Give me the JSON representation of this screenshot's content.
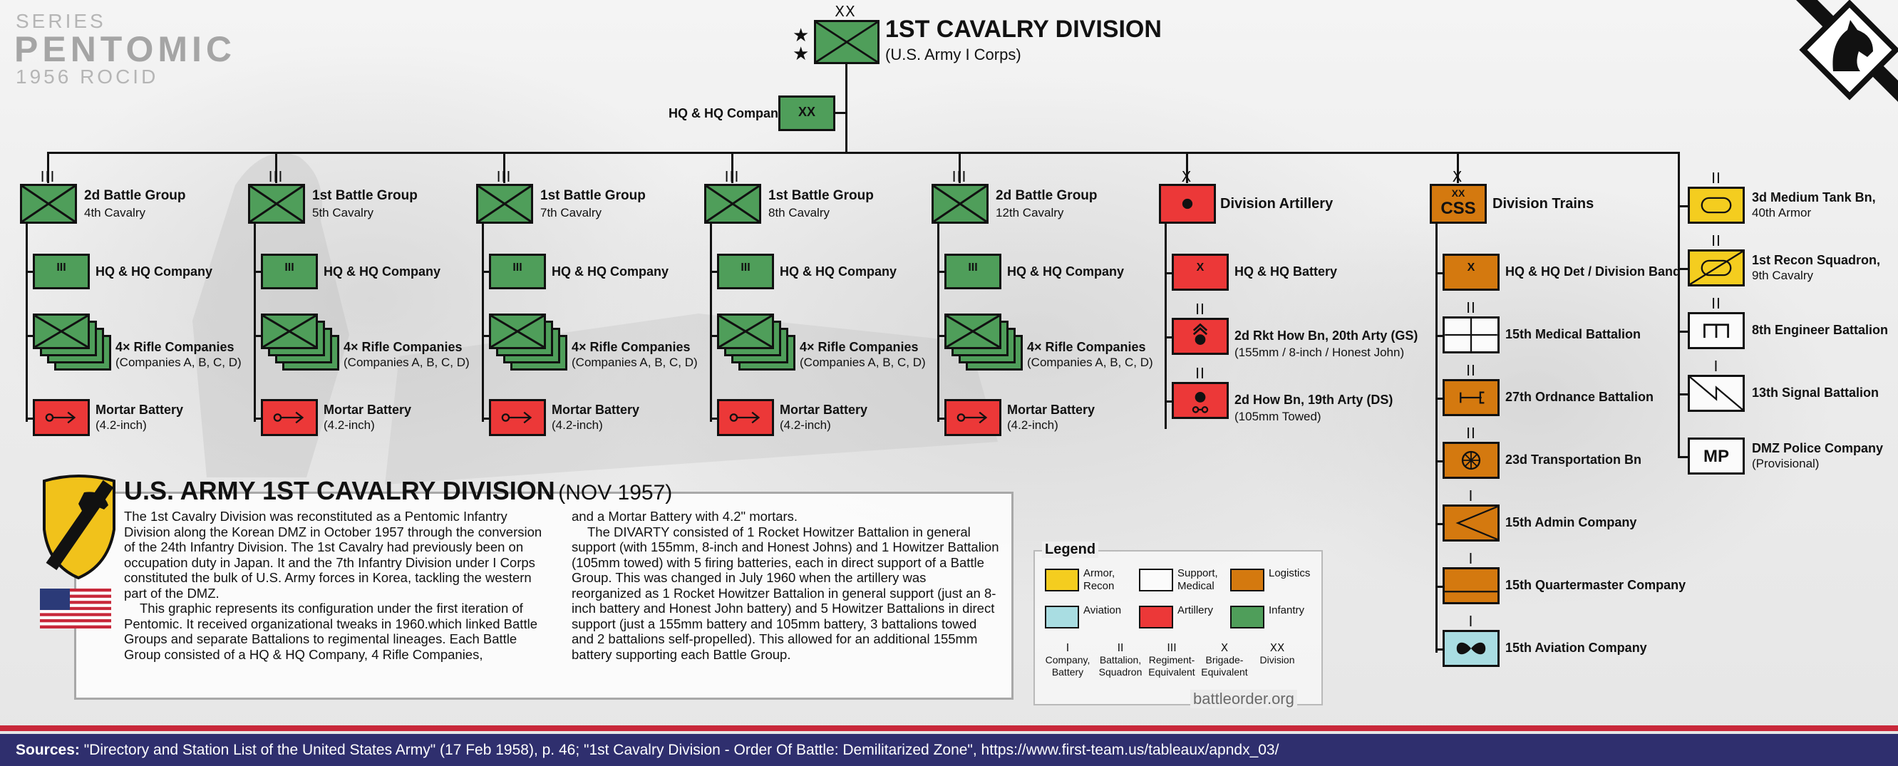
{
  "series": {
    "label": "SERIES",
    "name": "PENTOMIC",
    "sub": "1956 ROCID"
  },
  "division": {
    "echelon": "XX",
    "title": "1ST CAVALRY DIVISION",
    "subtitle": "(U.S. Army I Corps)"
  },
  "hq": {
    "label": "HQ & HQ Company",
    "echelon": "XX"
  },
  "battle_groups": [
    {
      "echelon": "III",
      "name": "2d Battle Group",
      "parent": "4th Cavalry"
    },
    {
      "echelon": "III",
      "name": "1st Battle Group",
      "parent": "5th Cavalry"
    },
    {
      "echelon": "III",
      "name": "1st Battle Group",
      "parent": "7th Cavalry"
    },
    {
      "echelon": "III",
      "name": "1st Battle Group",
      "parent": "8th Cavalry"
    },
    {
      "echelon": "III",
      "name": "2d Battle Group",
      "parent": "12th Cavalry"
    }
  ],
  "bg_units": {
    "hq_label": "HQ & HQ Company",
    "hq_echelon": "III",
    "rifle_label": "4× Rifle Companies",
    "rifle_sub": "(Companies A, B, C, D)",
    "mortar_label": "Mortar Battery",
    "mortar_sub": "(4.2-inch)"
  },
  "artillery": {
    "echelon": "X",
    "name": "Division Artillery",
    "units": [
      {
        "echelon": "X",
        "label": "HQ & HQ Battery",
        "sub": ""
      },
      {
        "echelon": "II",
        "label": "2d Rkt How Bn, 20th Arty (GS)",
        "sub": "(155mm / 8-inch / Honest John)"
      },
      {
        "echelon": "II",
        "label": "2d How Bn, 19th Arty (DS)",
        "sub": "(105mm Towed)"
      }
    ]
  },
  "trains": {
    "echelon": "X",
    "name": "Division Trains",
    "sym_echelon": "XX",
    "sym_text": "CSS",
    "units": [
      {
        "echelon": "X",
        "label": "HQ & HQ Det / Division Band",
        "type": "log-hq"
      },
      {
        "echelon": "II",
        "label": "15th Medical Battalion",
        "type": "medical"
      },
      {
        "echelon": "II",
        "label": "27th Ordnance Battalion",
        "type": "ordnance"
      },
      {
        "echelon": "II",
        "label": "23d Transportation Bn",
        "type": "transport"
      },
      {
        "echelon": "I",
        "label": "15th Admin Company",
        "type": "admin"
      },
      {
        "echelon": "I",
        "label": "15th Quartermaster Company",
        "type": "quartermaster"
      },
      {
        "echelon": "I",
        "label": "15th Aviation Company",
        "type": "aviation"
      }
    ]
  },
  "separate": [
    {
      "echelon": "II",
      "label": "3d Medium Tank Bn,",
      "sub": "40th Armor",
      "type": "armor"
    },
    {
      "echelon": "II",
      "label": "1st Recon Squadron,",
      "sub": "9th Cavalry",
      "type": "recon"
    },
    {
      "echelon": "II",
      "label": "8th Engineer Battalion",
      "sub": "",
      "type": "engineer"
    },
    {
      "echelon": "I",
      "label": "13th Signal Battalion",
      "sub": "",
      "type": "signal"
    },
    {
      "echelon": "",
      "label": "DMZ Police Company",
      "sub": "(Provisional)",
      "type": "mp",
      "sym_text": "MP"
    }
  ],
  "article": {
    "title": "U.S. ARMY 1ST CAVALRY DIVISION",
    "date": "(NOV 1957)",
    "col1": [
      "The 1st Cavalry Division was reconstituted as a Pentomic Infantry Division along the Korean DMZ in October 1957 through the conversion of the 24th Infantry Division. The 1st Cavalry had previously been on occupation duty in Japan. It and the 7th Infantry Division under I Corps constituted the bulk of U.S. Army forces in Korea, tackling the western part of the DMZ.",
      "This graphic represents its configuration under the first iteration of Pentomic. It received organizational tweaks in 1960.which linked Battle Groups and separate Battalions to regimental lineages. Each Battle Group consisted of a HQ & HQ Company, 4 Rifle Companies,"
    ],
    "col2": [
      "and a Mortar Battery with 4.2\" mortars.",
      "The DIVARTY consisted of 1 Rocket Howitzer Battalion in general support (with 155mm, 8-inch and Honest Johns) and 1 Howitzer Battalion (105mm towed) with 5 firing batteries, each in direct support of a Battle Group. This was changed in July 1960 when the artillery was reorganized as 1 Rocket Howitzer Battalion in general support (just an 8-inch battery and Honest John battery) and 5 Howitzer Battalions in direct support (just a 155mm battery and 105mm battery, 3 battalions towed and 2 battalions self-propelled). This allowed for an additional 155mm battery supporting each Battle Group."
    ]
  },
  "legend": {
    "title": "Legend",
    "colors": [
      {
        "label": "Armor, Recon",
        "color": "#f4cd1f"
      },
      {
        "label": "Support, Medical",
        "color": "#fbfbfb"
      },
      {
        "label": "Logistics",
        "color": "#d4790f"
      },
      {
        "label": "Aviation",
        "color": "#a9dde2"
      },
      {
        "label": "Artillery",
        "color": "#ec3838"
      },
      {
        "label": "Infantry",
        "color": "#4f9e5a"
      }
    ],
    "echelons": [
      {
        "sym": "I",
        "label": "Company, Battery"
      },
      {
        "sym": "II",
        "label": "Battalion, Squadron"
      },
      {
        "sym": "III",
        "label": "Regiment-Equivalent"
      },
      {
        "sym": "X",
        "label": "Brigade-Equivalent"
      },
      {
        "sym": "XX",
        "label": "Division"
      }
    ],
    "site": "battleorder.org"
  },
  "footer": {
    "sources_label": "Sources:",
    "sources_text": "\"Directory and Station List of the United States Army\" (17 Feb 1958), p. 46; \"1st Cavalry Division - Order Of Battle: Demilitarized Zone\", https://www.first-team.us/tableaux/apndx_03/"
  }
}
